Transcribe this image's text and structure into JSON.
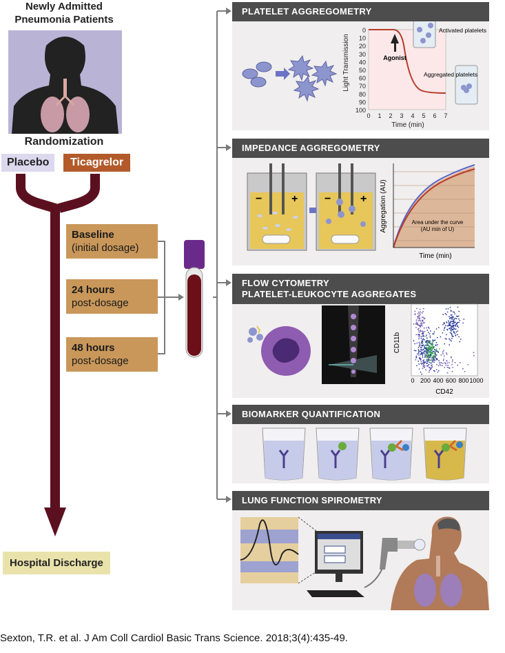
{
  "left": {
    "header": "Newly Admitted Pneumonia Patients",
    "randomization": "Randomization",
    "placebo": "Placebo",
    "ticagrelor": "Ticagrelor",
    "timepoints": [
      {
        "line1": "Baseline",
        "line2": "(initial dosage)"
      },
      {
        "line1": "24 hours",
        "line2": "post-dosage"
      },
      {
        "line1": "48 hours",
        "line2": "post-dosage"
      }
    ],
    "discharge": "Hospital Discharge"
  },
  "panels": {
    "platelet": {
      "title": "PLATELET AGGREGOMETRY",
      "ylabel": "Light Transmission",
      "xlabel": "Time (min)",
      "yticks": [
        "0",
        "10",
        "20",
        "30",
        "40",
        "50",
        "60",
        "70",
        "80",
        "90",
        "100"
      ],
      "xticks": [
        "0",
        "1",
        "2",
        "3",
        "4",
        "5",
        "6",
        "7"
      ],
      "agonist": "Agonist",
      "activated": "Activated platelets",
      "aggregated": "Aggregated platelets"
    },
    "impedance": {
      "title": "IMPEDANCE AGGREGOMETRY",
      "ylabel": "Aggregation (AU)",
      "xlabel": "Time (min)",
      "auc_line1": "Area under the curve",
      "auc_line2": "(AU min of U)"
    },
    "flow": {
      "title_line1": "FLOW CYTOMETRY",
      "title_line2": "PLATELET-LEUKOCYTE AGGREGATES",
      "ylabel": "CD11b",
      "xlabel": "CD42",
      "xticks": [
        "0",
        "200",
        "400",
        "600",
        "800",
        "1000"
      ]
    },
    "biomarker": {
      "title": "BIOMARKER QUANTIFICATION"
    },
    "lung": {
      "title": "LUNG FUNCTION SPIROMETRY"
    }
  },
  "citation": "Sexton, T.R. et al. J Am Coll Cardiol Basic Trans Science. 2018;3(4):435-49.",
  "colors": {
    "trunk": "#5b1020",
    "placebo_bg": "#dcd8ee",
    "ticagrelor_bg": "#b35a2a",
    "timebox_bg": "#c9975a",
    "panel_header": "#4d4d4d",
    "panel_bg": "#f0eeee",
    "connector": "#7a7a7a",
    "discharge_bg": "#e9e3ab"
  }
}
